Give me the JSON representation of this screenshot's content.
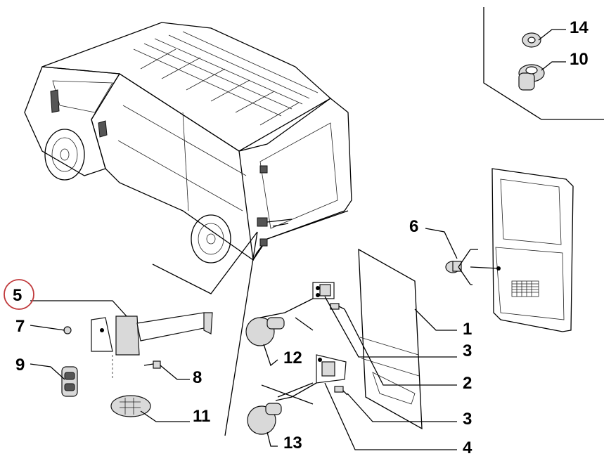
{
  "callouts": [
    {
      "id": "1",
      "label": "1"
    },
    {
      "id": "2",
      "label": "2"
    },
    {
      "id": "3a",
      "label": "3"
    },
    {
      "id": "3b",
      "label": "3"
    },
    {
      "id": "4",
      "label": "4"
    },
    {
      "id": "5",
      "label": "5",
      "highlighted": true
    },
    {
      "id": "6",
      "label": "6"
    },
    {
      "id": "7",
      "label": "7"
    },
    {
      "id": "8",
      "label": "8"
    },
    {
      "id": "9",
      "label": "9"
    },
    {
      "id": "10",
      "label": "10"
    },
    {
      "id": "11",
      "label": "11"
    },
    {
      "id": "12",
      "label": "12"
    },
    {
      "id": "13",
      "label": "13"
    },
    {
      "id": "14",
      "label": "14"
    }
  ],
  "colors": {
    "line": "#000000",
    "highlight_ring": "#c0393b",
    "part_fill": "#d9d9d9"
  }
}
